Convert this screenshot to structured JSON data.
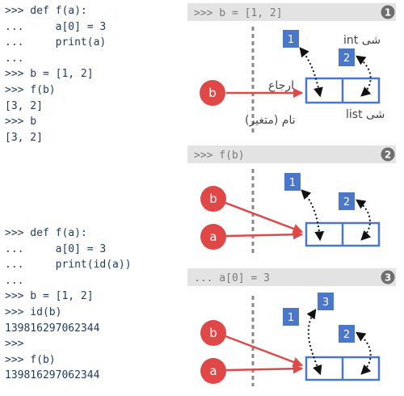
{
  "code_blocks": [
    {
      "lines": [
        ">>> def f(a):",
        "...     a[0] = 3",
        "...     print(a)",
        "...",
        ">>> b = [1, 2]",
        ">>> f(b)",
        "[3, 2]",
        ">>> b",
        "[3, 2]"
      ]
    },
    {
      "lines": [
        ">>> def f(a):",
        "...     a[0] = 3",
        "...     print(id(a))",
        "...",
        ">>> b = [1, 2]",
        ">>> id(b)",
        "139816297062344",
        ">>>",
        ">>> f(b)",
        "139816297062344"
      ]
    }
  ],
  "panels": [
    {
      "header": ">>> b = [1, 2]",
      "step": "1",
      "int_items": [
        "1",
        "2"
      ],
      "variables": [
        "b"
      ],
      "label_int_object": "شی int",
      "label_reference": "ارجاع",
      "label_list_object": "شی list",
      "label_variable_name": "نام (متغیر)"
    },
    {
      "header": ">>> f(b)",
      "step": "2",
      "int_items": [
        "1",
        "2"
      ],
      "variables": [
        "b",
        "a"
      ]
    },
    {
      "header": "... a[0] = 3",
      "step": "3",
      "int_items": [
        "1",
        "3",
        "2"
      ],
      "variables": [
        "b",
        "a"
      ]
    }
  ],
  "colors": {
    "header_bg": "#e3e3e3",
    "header_text": "#7a7a7a",
    "step_circle": "#6e6e6e",
    "variable_circle": "#e04848",
    "reference_arrow": "#e04848",
    "int_box": "#4a77c9",
    "list_border": "#4a77c9",
    "code_text": "#1f3a5f",
    "divider": "#888888"
  }
}
